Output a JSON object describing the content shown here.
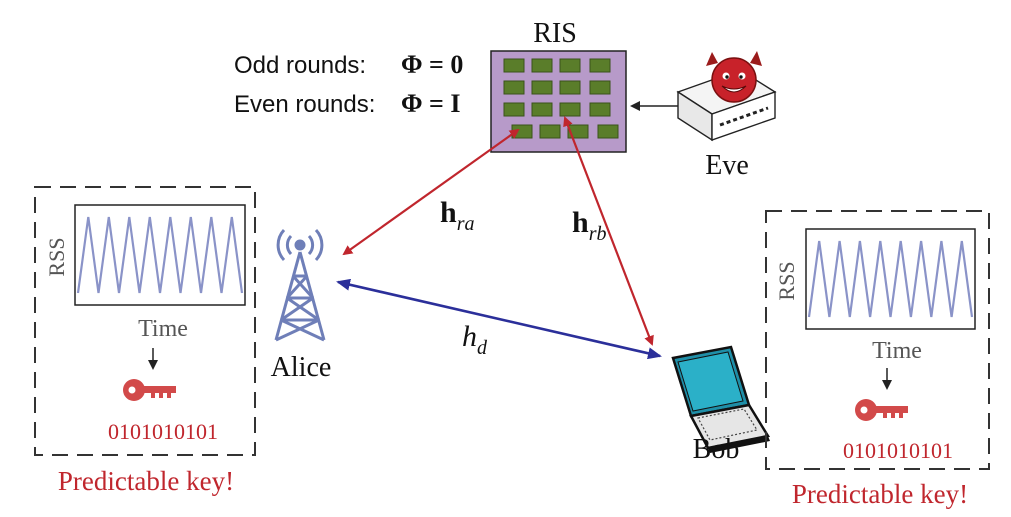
{
  "ris": {
    "label": "RIS",
    "odd_rounds_label": "Odd rounds:",
    "odd_rounds_value": "Φ = 0",
    "even_rounds_label": "Even rounds:",
    "even_rounds_value": "Φ = I"
  },
  "eve": {
    "label": "Eve"
  },
  "alice": {
    "label": "Alice",
    "panel": {
      "y_label": "RSS",
      "x_label": "Time",
      "key_bits": "0101010101",
      "caption": "Predictable key!"
    }
  },
  "bob": {
    "label": "Bob",
    "panel": {
      "y_label": "RSS",
      "x_label": "Time",
      "key_bits": "0101010101",
      "caption": "Predictable key!"
    }
  },
  "channels": {
    "h_ra": {
      "main": "h",
      "sub": "ra"
    },
    "h_rb": {
      "main": "h",
      "sub": "rb"
    },
    "h_d": {
      "main": "h",
      "sub": "d"
    }
  },
  "colors": {
    "ris_fill": "#b79ac9",
    "ris_element": "#5a7d2a",
    "ris_element_border": "#3a5219",
    "red_arrow": "#c0262d",
    "blue_arrow": "#2b2f9a",
    "key_red": "#c0262d",
    "wave": "#8a93c8",
    "tower": "#6f7fb8",
    "laptop": "#1f8fa8"
  }
}
